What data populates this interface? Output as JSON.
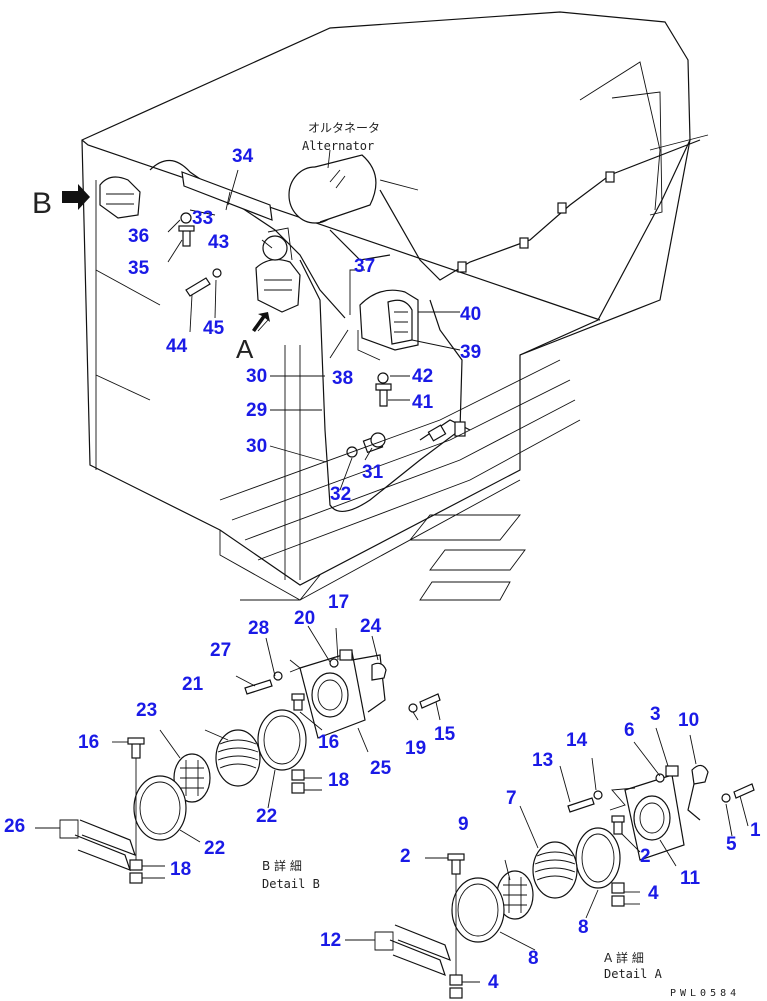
{
  "labels": {
    "alternator_jp": "オルタネータ",
    "alternator_en": "Alternator",
    "view_b_marker": "B",
    "view_a_marker": "A",
    "detail_b_jp": "B 詳 細",
    "detail_b_en": "Detail B",
    "detail_a_jp": "A 詳 細",
    "detail_a_en": "Detail A",
    "drawing_code": "PWL0584"
  },
  "part_numbers": {
    "p1": "1",
    "p2a": "2",
    "p2b": "2",
    "p3": "3",
    "p4a": "4",
    "p4b": "4",
    "p5": "5",
    "p6": "6",
    "p7": "7",
    "p8a": "8",
    "p8b": "8",
    "p9": "9",
    "p10": "10",
    "p11": "11",
    "p12": "12",
    "p13": "13",
    "p14": "14",
    "p15": "15",
    "p16a": "16",
    "p16b": "16",
    "p17": "17",
    "p18a": "18",
    "p18b": "18",
    "p19": "19",
    "p20": "20",
    "p21": "21",
    "p22a": "22",
    "p22b": "22",
    "p23": "23",
    "p24": "24",
    "p25": "25",
    "p26": "26",
    "p27": "27",
    "p28": "28",
    "p29": "29",
    "p30a": "30",
    "p30b": "30",
    "p31": "31",
    "p32": "32",
    "p33": "33",
    "p34": "34",
    "p35": "35",
    "p36": "36",
    "p37": "37",
    "p38": "38",
    "p39": "39",
    "p40": "40",
    "p41": "41",
    "p42": "42",
    "p43": "43",
    "p44": "44",
    "p45": "45"
  },
  "colors": {
    "callout": "#1a1ae6",
    "line": "#111111"
  }
}
